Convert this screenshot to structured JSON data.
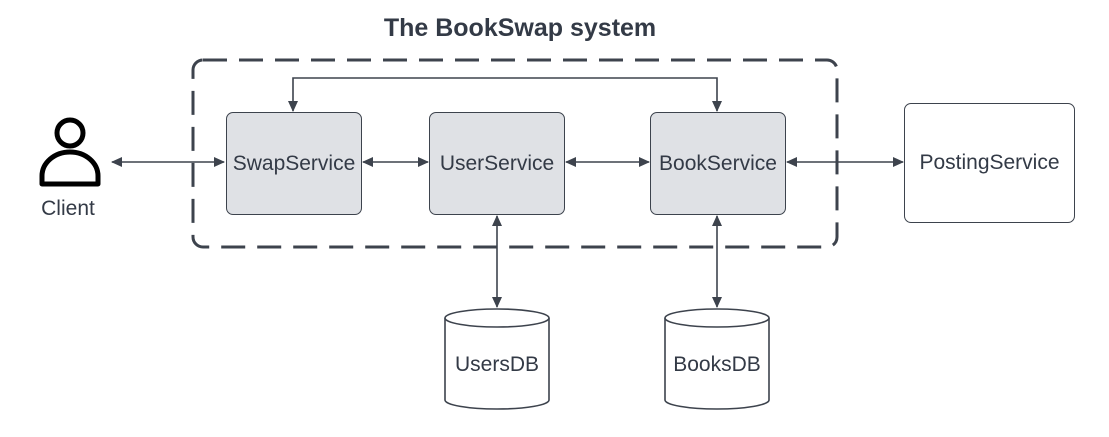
{
  "title": "The BookSwap system",
  "client": {
    "label": "Client",
    "icon": "person-icon"
  },
  "services": {
    "swap": "SwapService",
    "user": "UserService",
    "book": "BookService",
    "posting": "PostingService"
  },
  "databases": {
    "users": "UsersDB",
    "books": "BooksDB"
  },
  "colors": {
    "internal_fill": "#dfe1e5",
    "stroke": "#3d434d",
    "text": "#333a46"
  }
}
